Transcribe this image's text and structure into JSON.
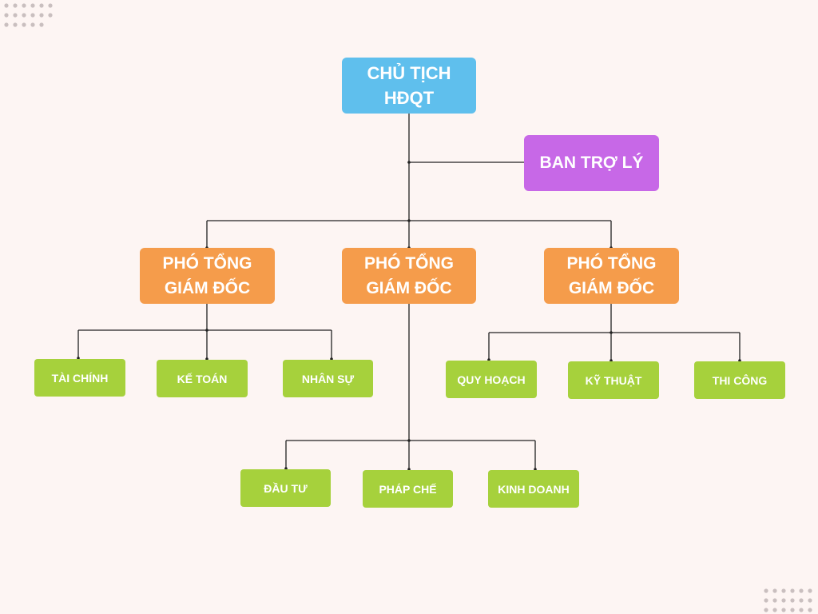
{
  "colors": {
    "background": "#fdf5f3",
    "chair": "#5fbfed",
    "assistant": "#c768e7",
    "vice_director": "#f59c4b",
    "department": "#a6d13c",
    "connector": "#222222",
    "decor_dots": "#c9bfbf"
  },
  "chart": {
    "chair": {
      "line1": "CHỦ TỊCH",
      "line2": "HĐQT"
    },
    "assistant": "BAN TRỢ LÝ",
    "vice_directors": [
      {
        "line1": "PHÓ TỔNG",
        "line2": "GIÁM ĐỐC",
        "departments": [
          "TÀI CHÍNH",
          "KẾ TOÁN",
          "NHÂN SỰ"
        ]
      },
      {
        "line1": "PHÓ TỔNG",
        "line2": "GIÁM ĐỐC",
        "departments": [
          "ĐẦU TƯ",
          "PHÁP CHẾ",
          "KINH DOANH"
        ]
      },
      {
        "line1": "PHÓ TỔNG",
        "line2": "GIÁM ĐỐC",
        "departments": [
          "QUY HOẠCH",
          "KỸ THUẬT",
          "THI CÔNG"
        ]
      }
    ]
  }
}
